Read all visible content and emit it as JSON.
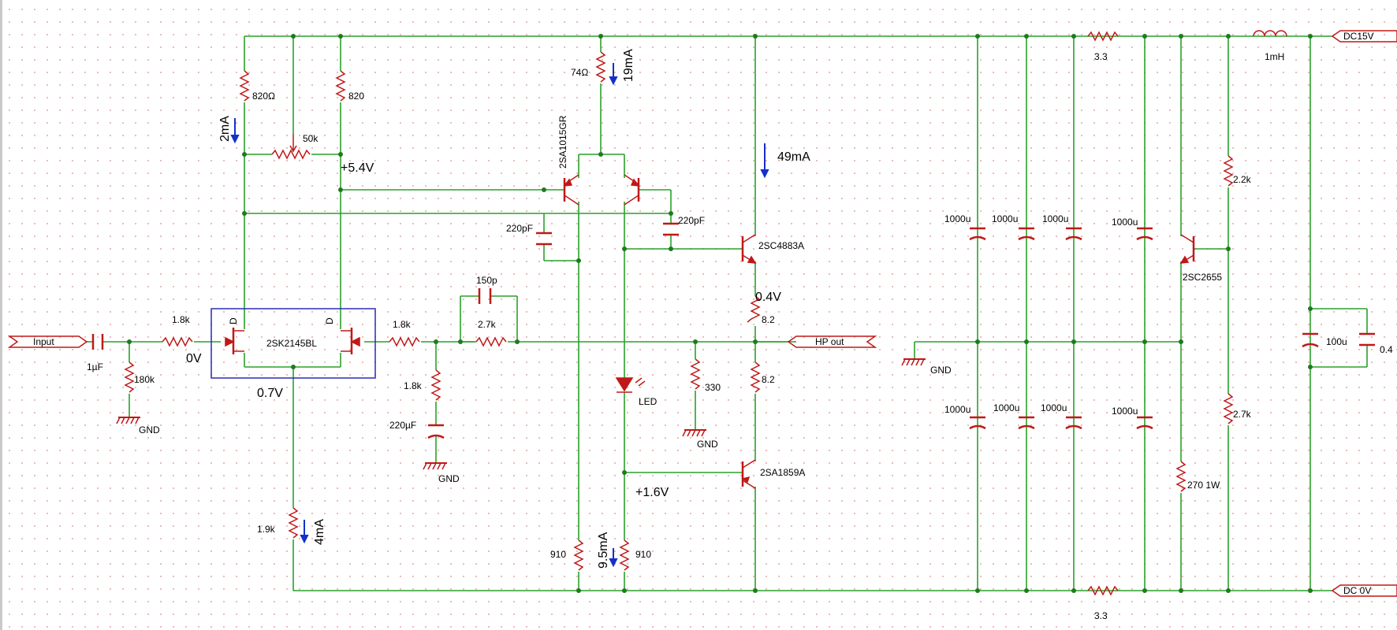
{
  "nets": {
    "input": "Input",
    "hp_out": "HP out",
    "dc15v": "DC15V",
    "dc0v": "DC 0V",
    "gnd": "GND"
  },
  "parts": {
    "c_in": "1µF",
    "r_in_gnd": "180k",
    "r_gate_in": "1.8k",
    "r_top_left": "820Ω",
    "pot": "50k",
    "r_top_mid": "820",
    "r_src": "1.9k",
    "jfet": "2SK2145BL",
    "r_gate_fb": "1.8k",
    "r_fb": "2.7k",
    "c_fb": "150p",
    "r_fb_gnd": "1.8k",
    "c_fb_gnd": "220µF",
    "r_74": "74Ω",
    "q_pnp_pair": "2SA1015GR",
    "c_220a": "220pF",
    "c_220b": "220pF",
    "q_npn_out": "2SC4883A",
    "r_e1": "8.2",
    "r_e2": "8.2",
    "led": "LED",
    "r_330": "330",
    "q_pnp_out": "2SA1859A",
    "r_910a": "910",
    "r_910b": "910",
    "caps_1000u": [
      "1000u",
      "1000u",
      "1000u",
      "1000u",
      "1000u",
      "1000u",
      "1000u",
      "1000u"
    ],
    "r_33_top": "3.3",
    "r_33_bot": "3.3",
    "inductor": "1mH",
    "r_22k": "2.2k",
    "r_27k": "2.7k",
    "q_reg": "2SC2655",
    "r_270": "270 1W",
    "c_100u": "100u",
    "c_04": "0.4"
  },
  "annotations": {
    "i_2ma": "2mA",
    "i_19ma": "19mA",
    "i_49ma": "49mA",
    "i_4ma": "4mA",
    "i_95ma": "9.5mA",
    "v_54": "+5.4V",
    "v_0": "0V",
    "v_07": "0.7V",
    "v_04": "0.4V",
    "v_16": "+1.6V",
    "pin_d1": "D",
    "pin_d2": "D"
  },
  "colors": {
    "wire": "#2aa12a",
    "part": "#c01818",
    "junction": "#1f7a1f",
    "arrow": "#1530c8",
    "box": "#2b2bb8"
  }
}
